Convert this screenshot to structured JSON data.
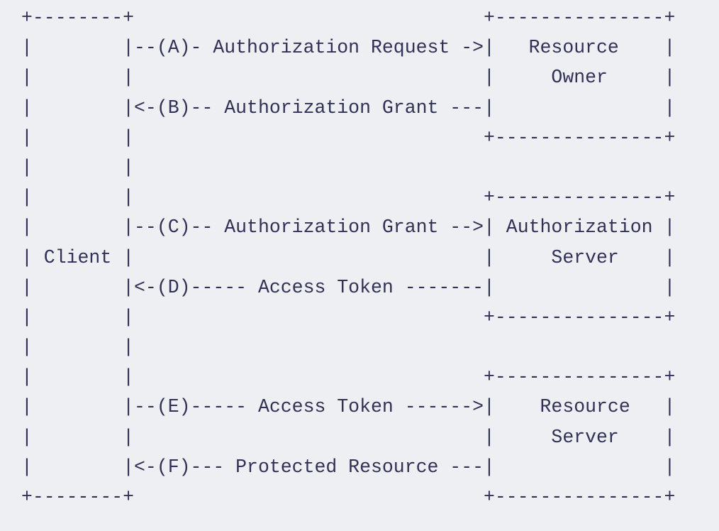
{
  "colors": {
    "background": "#edeff3",
    "text": "#313156"
  },
  "diagram": {
    "entities": [
      "Client",
      "Resource Owner",
      "Authorization Server",
      "Resource Server"
    ],
    "steps": [
      {
        "letter": "A",
        "label": "Authorization Request",
        "arrow": "right"
      },
      {
        "letter": "B",
        "label": "Authorization Grant",
        "arrow": "left"
      },
      {
        "letter": "C",
        "label": "Authorization Grant",
        "arrow": "right"
      },
      {
        "letter": "D",
        "label": "Access Token",
        "arrow": "left"
      },
      {
        "letter": "E",
        "label": "Access Token",
        "arrow": "right"
      },
      {
        "letter": "F",
        "label": "Protected Resource",
        "arrow": "left"
      }
    ],
    "ascii_lines": [
      "+--------+                               +---------------+",
      "|        |--(A)- Authorization Request ->|   Resource    |",
      "|        |                               |     Owner     |",
      "|        |<-(B)-- Authorization Grant ---|               |",
      "|        |                               +---------------+",
      "|        |",
      "|        |                               +---------------+",
      "|        |--(C)-- Authorization Grant -->| Authorization |",
      "| Client |                               |     Server    |",
      "|        |<-(D)----- Access Token -------|               |",
      "|        |                               +---------------+",
      "|        |",
      "|        |                               +---------------+",
      "|        |--(E)----- Access Token ------>|    Resource   |",
      "|        |                               |     Server    |",
      "|        |<-(F)--- Protected Resource ---|               |",
      "+--------+                               +---------------+"
    ]
  }
}
